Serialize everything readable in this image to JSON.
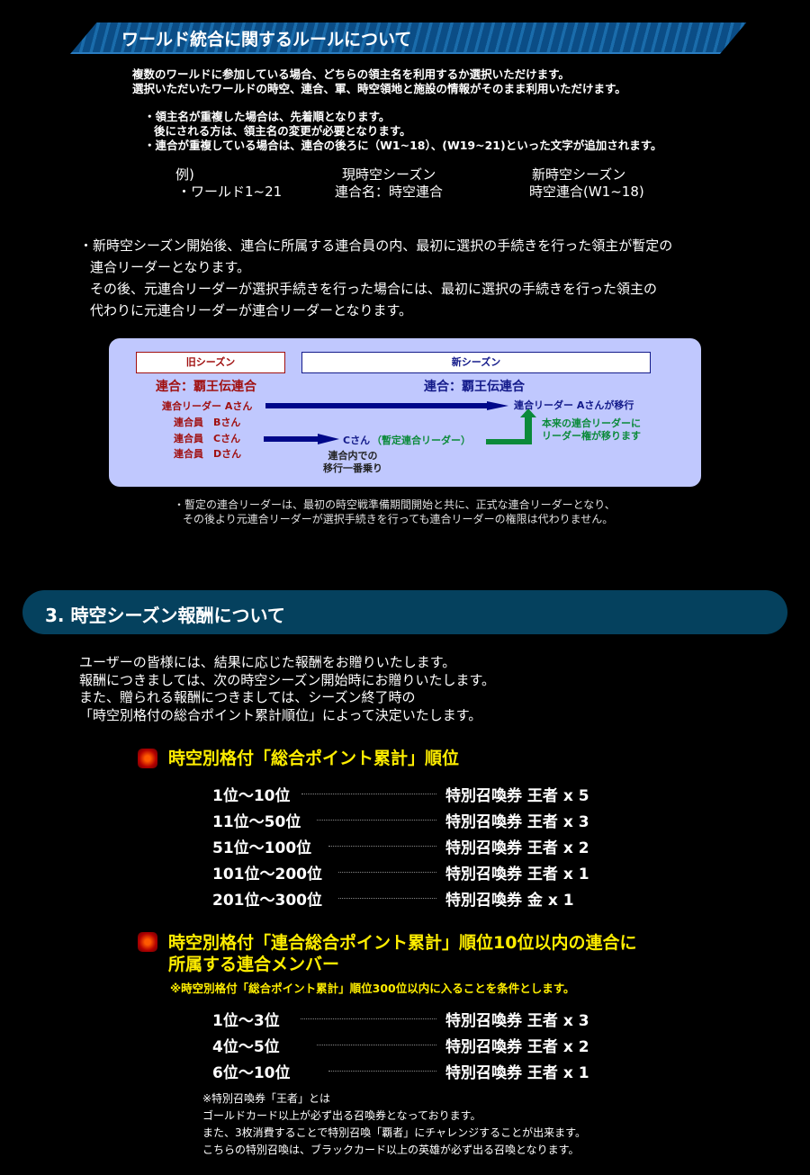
{
  "world_rules": {
    "title": "ワールド統合に関するルールについて",
    "intro": [
      "複数のワールドに参加している場合、どちらの領主名を利用するか選択いただけます。",
      "選択いただいたワールドの時空、連合、軍、時空領地と施設の情報がそのまま利用いただけます。"
    ],
    "bullets": [
      "・領主名が重複した場合は、先着順となります。",
      "後にされる方は、領主名の変更が必要となります。",
      "・連合が重複している場合は、連合の後ろに（W1~18）、(W19~21)といった文字が追加されます。"
    ],
    "example": {
      "label": "例)",
      "world": "・ワールド1~21",
      "current_header": "現時空シーズン",
      "current_value": "連合名：時空連合",
      "new_header": "新時空シーズン",
      "new_value": "時空連合(W1~18)"
    },
    "leader_paragraph": [
      "・新時空シーズン開始後、連合に所属する連合員の内、最初に選択の手続きを行った領主が暫定の",
      "連合リーダーとなります。",
      "その後、元連合リーダーが選択手続きを行った場合には、最初に選択の手続きを行った領主の",
      "代わりに元連合リーダーが連合リーダーとなります。"
    ],
    "diagram": {
      "old_season": "旧シーズン",
      "new_season": "新シーズン",
      "old_union": "連合：覇王伝連合",
      "new_union": "連合：覇王伝連合",
      "members": [
        "連合リーダー Aさん",
        "連合員　Bさん",
        "連合員　Cさん",
        "連合員　Dさん"
      ],
      "leader_moved": "連合リーダー Aさんが移行",
      "c_moved": "Cさん",
      "c_role": "（暫定連合リーダー）",
      "first_move": [
        "連合内での",
        "移行一番乗り"
      ],
      "rights_transfer": [
        "本来の連合リーダーに",
        "リーダー権が移ります"
      ]
    },
    "notes": [
      "・暫定の連合リーダーは、最初の時空戦準備期間開始と共に、正式な連合リーダーとなり、",
      "その後より元連合リーダーが選択手続きを行っても連合リーダーの権限は代わりません。"
    ]
  },
  "rewards": {
    "title": "3. 時空シーズン報酬について",
    "intro": [
      "ユーザーの皆様には、結果に応じた報酬をお贈りいたします。",
      "報酬につきましては、次の時空シーズン開始時にお贈りいたします。",
      "また、贈られる報酬につきましては、シーズン終了時の",
      "「時空別格付の総合ポイント累計順位」によって決定いたします。"
    ],
    "ranking1": {
      "heading": "時空別格付「総合ポイント累計」順位",
      "rows": [
        {
          "rank": "1位～10位",
          "reward": "特別召喚券 王者 x 5"
        },
        {
          "rank": "11位～50位",
          "reward": "特別召喚券 王者 x 3"
        },
        {
          "rank": "51位～100位",
          "reward": "特別召喚券 王者 x 2"
        },
        {
          "rank": "101位～200位",
          "reward": "特別召喚券 王者 x 1"
        },
        {
          "rank": "201位～300位",
          "reward": "特別召喚券 金 x 1"
        }
      ]
    },
    "ranking2": {
      "heading": [
        "時空別格付「連合総合ポイント累計」順位10位以内の連合に",
        "所属する連合メンバー"
      ],
      "condition": "※時空別格付「総合ポイント累計」順位300位以内に入ることを条件とします。",
      "rows": [
        {
          "rank": "1位～3位",
          "reward": "特別召喚券 王者 x 3"
        },
        {
          "rank": "4位～5位",
          "reward": "特別召喚券 王者 x 2"
        },
        {
          "rank": "6位～10位",
          "reward": "特別召喚券 王者 x 1"
        }
      ]
    },
    "footnotes": [
      "※特別召喚券「王者」とは",
      "ゴールドカード以上が必ず出る召喚券となっております。",
      "また、3枚消費することで特別召喚「覇者」にチャレンジすることが出来ます。",
      "こちらの特別召喚は、ブラックカード以上の英雄が必ず出る召喚となります。"
    ]
  }
}
